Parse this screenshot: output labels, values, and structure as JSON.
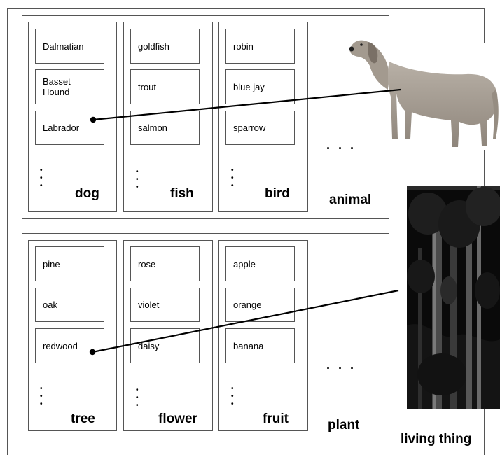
{
  "living_thing_label": "living thing",
  "groups": [
    {
      "label": "animal",
      "categories": [
        {
          "label": "dog",
          "items": [
            "Dalmatian",
            "Basset\nHound",
            "Labrador"
          ]
        },
        {
          "label": "fish",
          "items": [
            "goldfish",
            "trout",
            "salmon"
          ]
        },
        {
          "label": "bird",
          "items": [
            "robin",
            "blue jay",
            "sparrow"
          ]
        }
      ],
      "linked_item": "Labrador",
      "image": "dog-photo"
    },
    {
      "label": "plant",
      "categories": [
        {
          "label": "tree",
          "items": [
            "pine",
            "oak",
            "redwood"
          ]
        },
        {
          "label": "flower",
          "items": [
            "rose",
            "violet",
            "daisy"
          ]
        },
        {
          "label": "fruit",
          "items": [
            "apple",
            "orange",
            "banana"
          ]
        }
      ],
      "linked_item": "redwood",
      "image": "redwood-forest-photo"
    }
  ],
  "ellipsis_vertical": "⋮",
  "ellipsis_horizontal": "· · ·"
}
